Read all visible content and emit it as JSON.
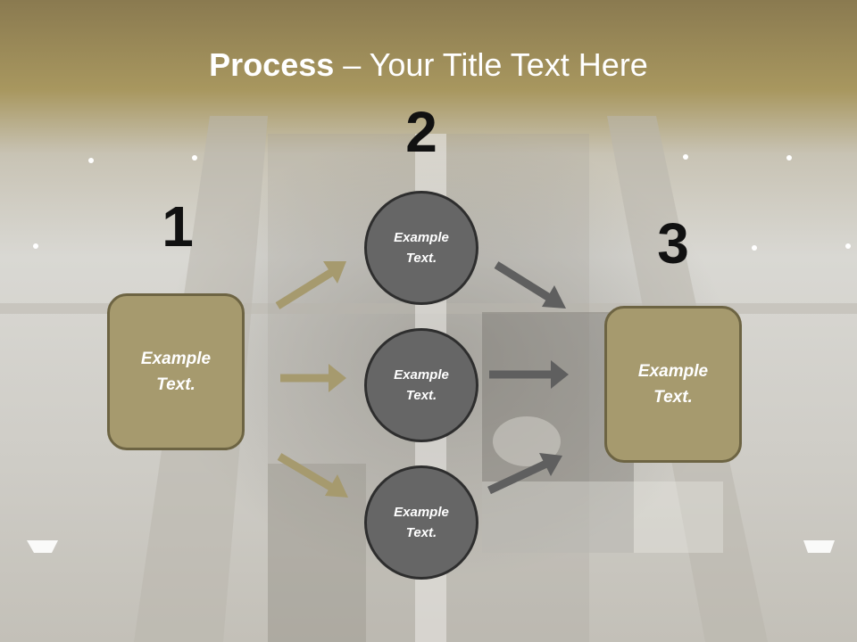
{
  "title": {
    "bold": "Process",
    "rest": " – Your Title Text Here"
  },
  "steps": {
    "one": "1",
    "two": "2",
    "three": "3"
  },
  "boxes": {
    "left": "Example\nText.",
    "right": "Example\nText."
  },
  "circles": {
    "top": "Example\nText.",
    "middle": "Example\nText.",
    "bottom": "Example\nText."
  },
  "colors": {
    "box_fill": "#a69a6e",
    "circle_fill": "#666666",
    "gold_arrow": "#a69a6e",
    "gray_arrow": "#5f5f5f"
  }
}
